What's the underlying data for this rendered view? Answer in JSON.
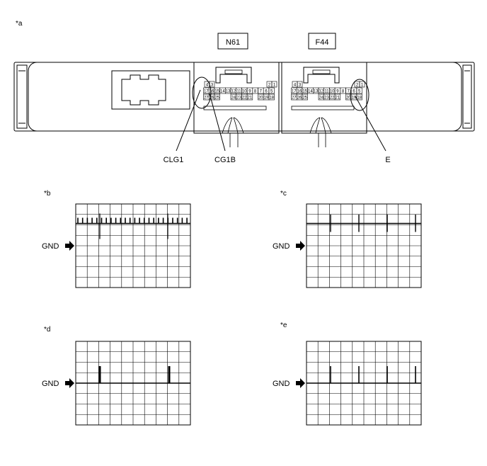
{
  "labels": {
    "fig_a": "*a",
    "fig_b": "*b",
    "fig_c": "*c",
    "fig_d": "*d",
    "fig_e": "*e"
  },
  "connectors": [
    {
      "id": "N61",
      "label": "N61",
      "row1": [
        "4",
        "3",
        "2",
        "1"
      ],
      "row2": [
        "17",
        "16",
        "15",
        "14",
        "13",
        "12",
        "11",
        "10",
        "9",
        "8",
        "7",
        "6",
        "5"
      ],
      "row3": [
        "27",
        "26",
        "25",
        "24",
        "23",
        "22",
        "21",
        "20",
        "19",
        "18"
      ]
    },
    {
      "id": "F44",
      "label": "F44",
      "row1": [
        "4",
        "3",
        "2",
        "1"
      ],
      "row2": [
        "17",
        "16",
        "15",
        "14",
        "13",
        "12",
        "11",
        "10",
        "9",
        "8",
        "7",
        "6",
        "5"
      ],
      "row3": [
        "27",
        "26",
        "25",
        "24",
        "23",
        "22",
        "21",
        "20",
        "19",
        "18"
      ]
    }
  ],
  "callouts": {
    "clg1": "CLG1",
    "cg1b": "CG1B",
    "e": "E"
  },
  "waveforms": [
    {
      "id": "b",
      "gnd_label": "GND",
      "pattern": "dense-pulses"
    },
    {
      "id": "c",
      "gnd_label": "GND",
      "pattern": "sparse-spikes"
    },
    {
      "id": "d",
      "gnd_label": "GND",
      "pattern": "pulses-at-ground"
    },
    {
      "id": "e",
      "gnd_label": "GND",
      "pattern": "spikes-at-ground"
    }
  ]
}
